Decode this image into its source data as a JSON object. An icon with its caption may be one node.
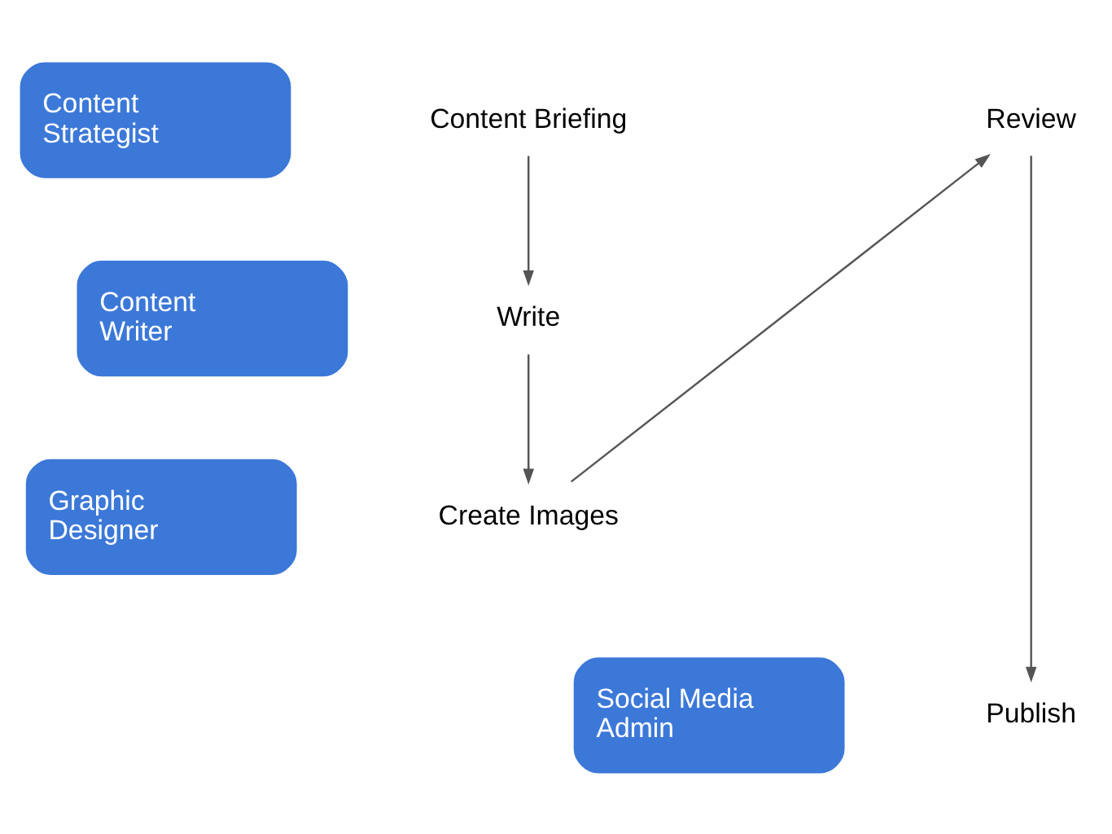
{
  "diagram": {
    "nodes": [
      {
        "text": [
          "Content Strategist"
        ]
      },
      {
        "text": [
          "Content Writer"
        ]
      },
      {
        "text": [
          "Graphic Designer"
        ]
      },
      {
        "text": [
          "Social Media Admin"
        ]
      },
      {
        "text": [
          "Content Briefing"
        ]
      },
      {
        "text": [
          "Write"
        ]
      },
      {
        "text": [
          "Create Images"
        ]
      },
      {
        "text": [
          "Review"
        ]
      },
      {
        "text": [
          "Publish"
        ]
      }
    ],
    "edges": [
      {
        "from": 4,
        "to": 5,
        "arrow": "to"
      },
      {
        "from": 5,
        "to": 6,
        "arrow": "to"
      },
      {
        "from": 6,
        "to": 7,
        "arrow": "to"
      },
      {
        "from": 7,
        "to": 8,
        "arrow": "to"
      }
    ]
  }
}
